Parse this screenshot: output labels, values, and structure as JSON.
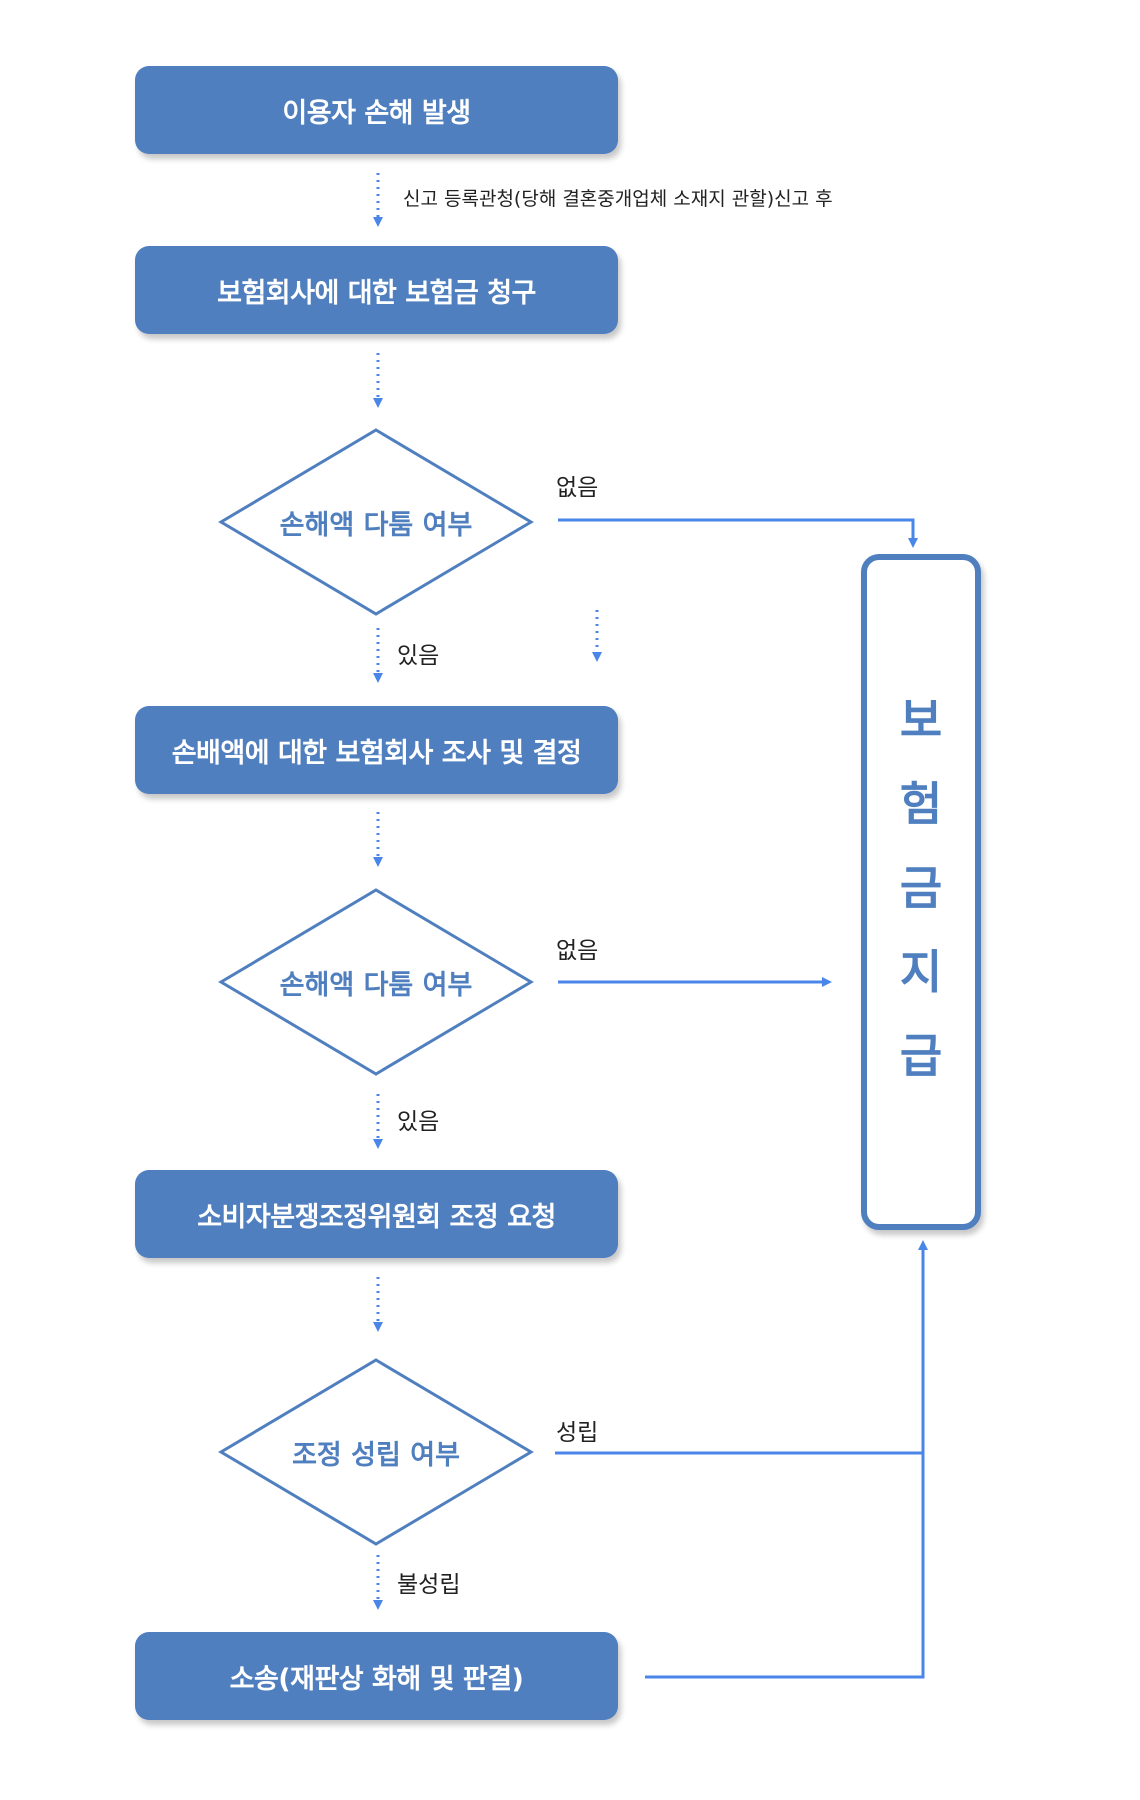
{
  "steps": {
    "damage": "이용자 손해 발생",
    "claim": "보험회사에 대한 보험금 청구",
    "investigation": "손배액에 대한 보험회사 조사 및  결정",
    "mediation_request": "소비자분쟁조정위원회 조정 요청",
    "lawsuit": "소송(재판상 화해 및 판결)"
  },
  "decisions": {
    "dispute_1": "손해액 다툼 여부",
    "dispute_2": "손해액 다툼 여부",
    "mediation_result": "조정 성립 여부"
  },
  "edge_labels": {
    "none_1": "없음",
    "none_2": "없음",
    "yes_1": "있음",
    "yes_2": "있음",
    "established": "성립",
    "not_established": "불성립"
  },
  "notes": {
    "report_first": "신고 등록관청(당해 결혼중개업체 소재지 관할)신고 후"
  },
  "payout": {
    "chars": [
      "보",
      "험",
      "금",
      "지",
      "급"
    ]
  },
  "colors": {
    "box_fill": "#4f7fbf",
    "arrow": "#4a86e8",
    "text_dark": "#222222"
  }
}
